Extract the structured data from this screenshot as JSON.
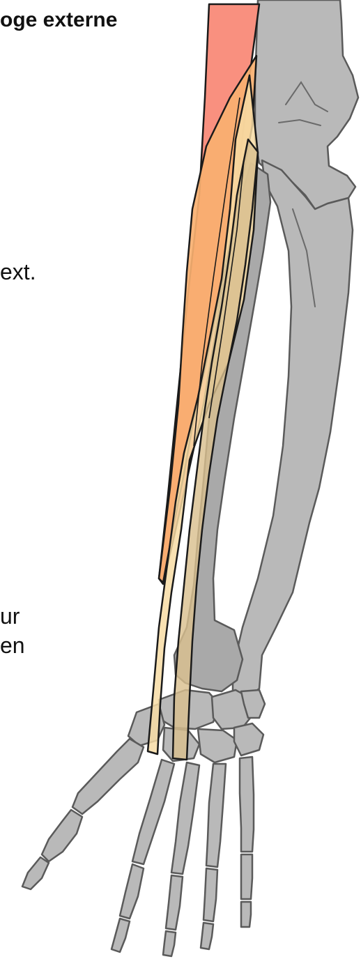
{
  "labels": {
    "title": "oge externe",
    "ext": "ext.",
    "ur": "ur",
    "en": "en"
  },
  "colors": {
    "muscle_red": "#f98a78",
    "muscle_orange": "#f9b070",
    "tendon_light": "#f7dca5",
    "tendon_tan": "#d9c08f",
    "bone": "#b9b9b9"
  }
}
